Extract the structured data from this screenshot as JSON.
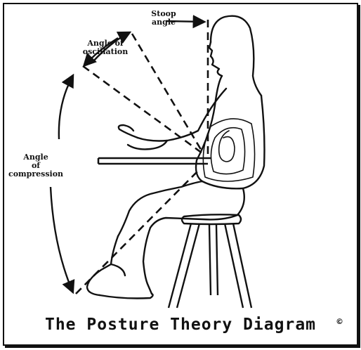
{
  "labels": {
    "stoop": [
      "Stoop",
      "angle"
    ],
    "oscillation": [
      "Angle of",
      "oscillation"
    ],
    "compression": [
      "Angle",
      "of",
      "compression"
    ]
  },
  "title": "The Posture Theory Diagram",
  "copyright_symbol": "©",
  "colors": {
    "ink": "#111111",
    "paper": "#ffffff"
  }
}
